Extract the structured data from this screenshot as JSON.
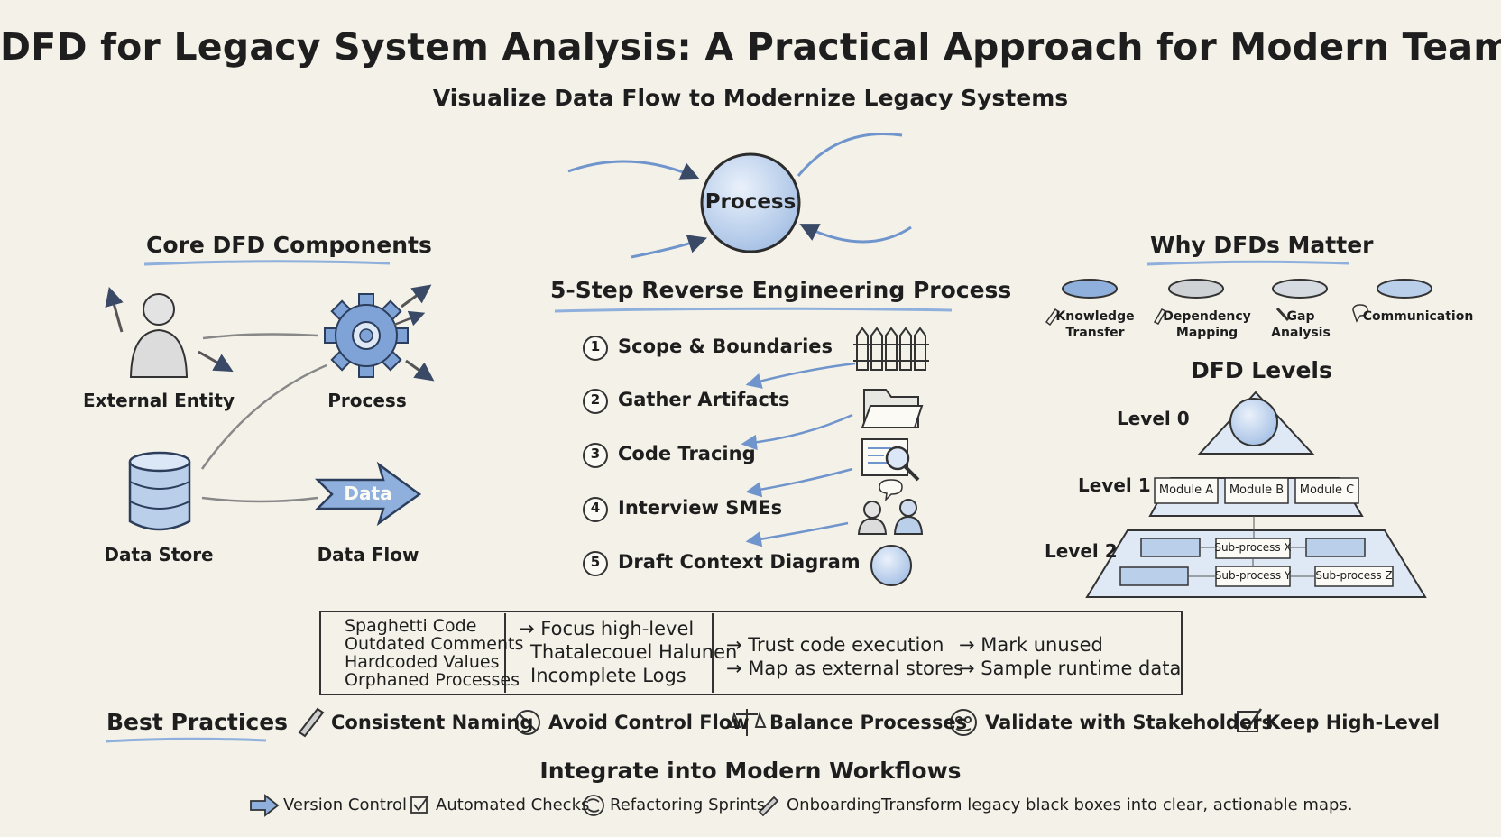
{
  "title": "DFD for Legacy System Analysis: A Practical Approach for Modern Teams",
  "subtitle": "Visualize Data Flow to Modernize Legacy Systems",
  "hero": {
    "process_label": "Process"
  },
  "core": {
    "heading": "Core DFD Components",
    "external_entity": "External Entity",
    "process": "Process",
    "data_store": "Data Store",
    "data_flow": "Data Flow",
    "data_arrow_label": "Data"
  },
  "steps": {
    "heading": "5-Step Reverse Engineering Process",
    "items": [
      {
        "num": "1",
        "label": "Scope & Boundaries",
        "icon": "fence-icon"
      },
      {
        "num": "2",
        "label": "Gather Artifacts",
        "icon": "folder-icon"
      },
      {
        "num": "3",
        "label": "Code Tracing",
        "icon": "code-magnifier-icon"
      },
      {
        "num": "4",
        "label": "Interview SMEs",
        "icon": "people-chat-icon"
      },
      {
        "num": "5",
        "label": "Draft Context Diagram",
        "icon": "circle-icon"
      }
    ]
  },
  "why": {
    "heading": "Why DFDs Matter",
    "items": [
      {
        "label": "Knowledge\nTransfer",
        "icon": "pencil-icon"
      },
      {
        "label": "Dependency\nMapping",
        "icon": "pencil-icon"
      },
      {
        "label": "Gap\nAnalysis",
        "icon": "wrench-icon"
      },
      {
        "label": "Communication",
        "icon": "speech-icon"
      }
    ]
  },
  "levels": {
    "heading": "DFD Levels",
    "level0": "Level 0",
    "level1": "Level 1",
    "level2": "Level 2",
    "modules": [
      "Module A",
      "Module B",
      "Module C"
    ],
    "subprocesses": [
      "Sub-process X",
      "Sub-process Y",
      "Sub-process Z"
    ]
  },
  "challenges": {
    "problems": [
      "Spaghetti Code",
      "Outdated Comments",
      "Hardcoded Values",
      "Orphaned Processes"
    ],
    "responses_col1": [
      "→ Focus high-level",
      "Thatalecouel Halunen",
      "Incomplete Logs"
    ],
    "responses_col2": [
      "→ Trust code execution",
      "→ Map as external stores"
    ],
    "responses_col3": [
      "→ Mark unused",
      "→ Sample runtime data"
    ]
  },
  "best_practices": {
    "heading": "Best Practices",
    "items": [
      {
        "label": "Consistent Naming",
        "icon": "pencil-icon"
      },
      {
        "label": "Avoid Control Flow",
        "icon": "no-entry-icon"
      },
      {
        "label": "Balance Processes",
        "icon": "balance-icon"
      },
      {
        "label": "Validate with Stakeholders",
        "icon": "people-circle-icon"
      },
      {
        "label": "Keep High-Level",
        "icon": "checkbox-icon"
      }
    ]
  },
  "workflows": {
    "heading": "Integrate into Modern Workflows",
    "items": [
      {
        "label": "Version Control",
        "icon": "arrow-right-icon"
      },
      {
        "label": "Automated Checks",
        "icon": "checkbox-icon"
      },
      {
        "label": "Refactoring Sprints",
        "icon": "cycle-icon"
      },
      {
        "label": "Onboarding",
        "icon": "pencil-icon"
      }
    ],
    "tagline": "Transform legacy black boxes into clear, actionable maps."
  },
  "colors": {
    "background": "#f4f1e8",
    "ink": "#1e1e1e",
    "accent_blue": "#6f95cc",
    "light_blue": "#b9cfea",
    "gray": "#8a8a8a"
  }
}
